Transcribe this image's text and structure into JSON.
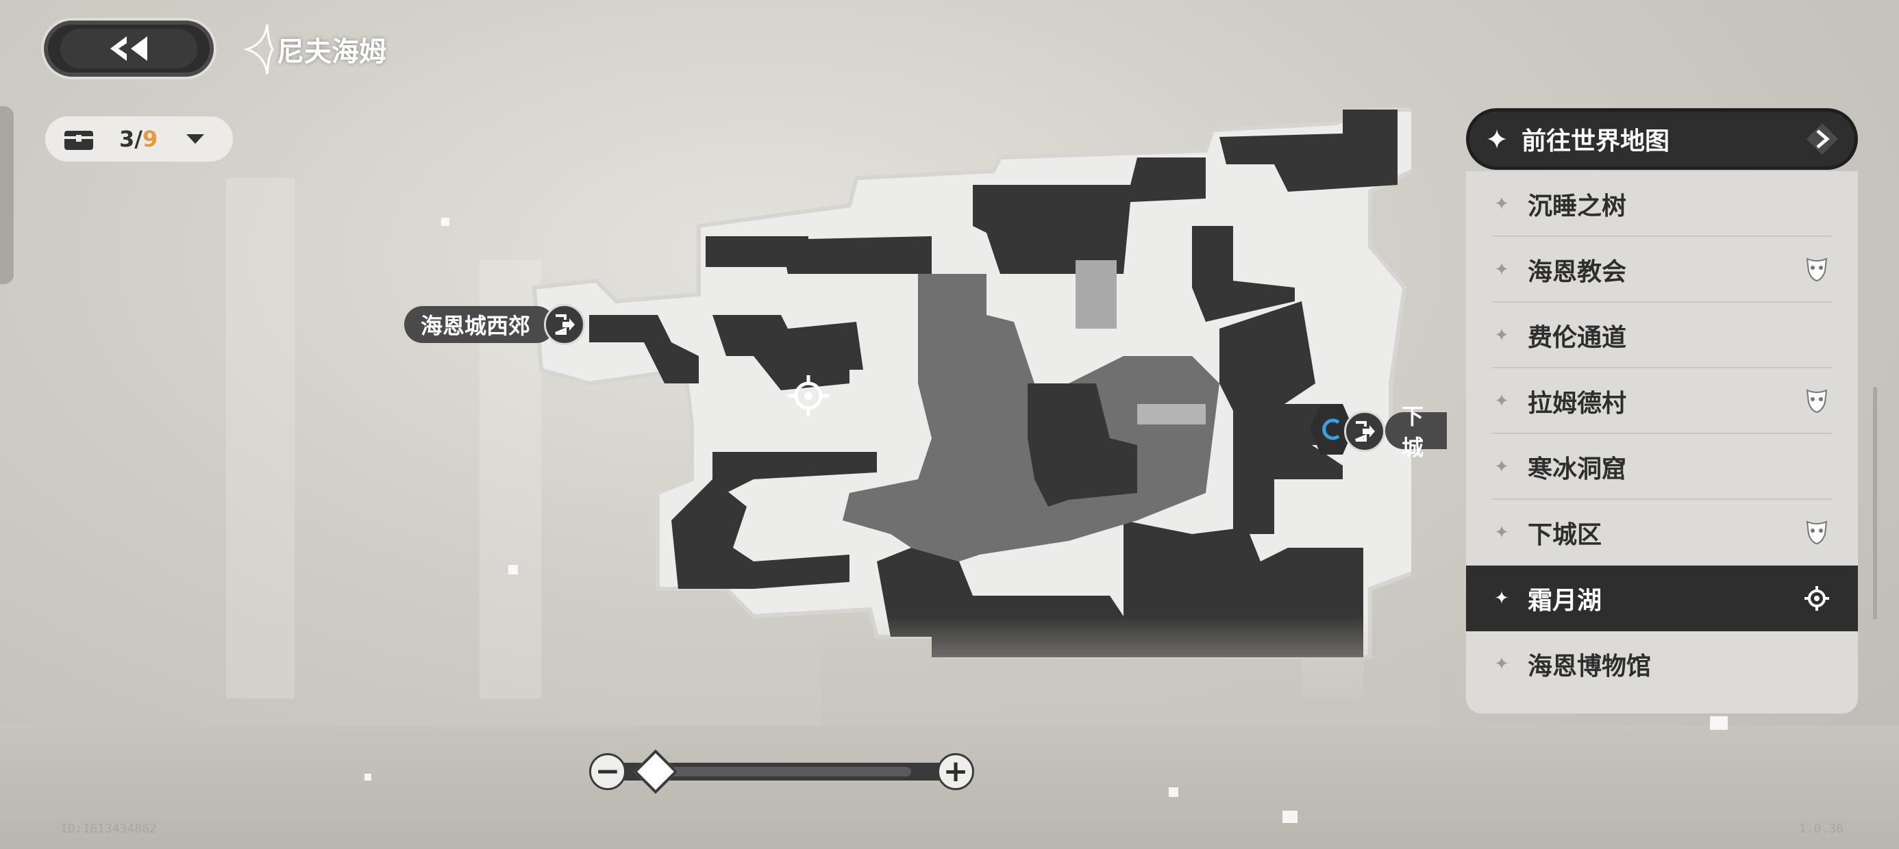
{
  "header": {
    "back_icon": "double-chevron-left-icon",
    "region_title": "尼夫海姆"
  },
  "chest_counter": {
    "icon": "treasure-chest-icon",
    "collected": "3",
    "separator": "/",
    "total": "9",
    "dropdown_icon": "caret-down-icon"
  },
  "map": {
    "west_exit_label": "海恩城西郊",
    "east_exit_label": "下城",
    "player_marker_icon": "crosshair-location-icon"
  },
  "panel": {
    "goto_label": "前往世界地图",
    "goto_icon": "chevron-right-icon",
    "items": [
      {
        "label": "沉睡之树",
        "icon": ""
      },
      {
        "label": "海恩教会",
        "icon": "mask-icon"
      },
      {
        "label": "费伦通道",
        "icon": ""
      },
      {
        "label": "拉姆德村",
        "icon": "mask-icon"
      },
      {
        "label": "寒冰洞窟",
        "icon": ""
      },
      {
        "label": "下城区",
        "icon": "mask-icon"
      },
      {
        "label": "霜月湖",
        "icon": "location-target-icon",
        "selected": true
      },
      {
        "label": "海恩博物馆",
        "icon": ""
      }
    ]
  },
  "zoom": {
    "minus_label": "−",
    "plus_label": "+"
  },
  "footer": {
    "user_id": "ID:1613434862",
    "version": "1.0.36"
  },
  "colors": {
    "panel_dark": "#2e2e2e",
    "accent_orange": "#e69a3a",
    "accent_blue": "#3aa0e6"
  }
}
